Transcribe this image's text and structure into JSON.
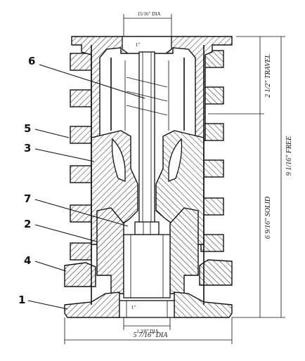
{
  "callouts": [
    {
      "id": "6",
      "text": "6"
    },
    {
      "id": "5",
      "text": "5"
    },
    {
      "id": "3",
      "text": "3"
    },
    {
      "id": "7",
      "text": "7"
    },
    {
      "id": "2",
      "text": "2"
    },
    {
      "id": "4",
      "text": "4"
    },
    {
      "id": "1",
      "text": "1"
    }
  ],
  "dimensions": {
    "top_bore": "15/16\" DIA",
    "inner_small": "1\"",
    "travel": "2 1/2\" TRAVEL",
    "solid": "6 9/16\" SOLID",
    "free": "9 1/16\" FREE",
    "bottom_bore": "1 3/8\" DIA",
    "base_small": "1\"",
    "overall_dia": "5 7/16\" DIA"
  }
}
